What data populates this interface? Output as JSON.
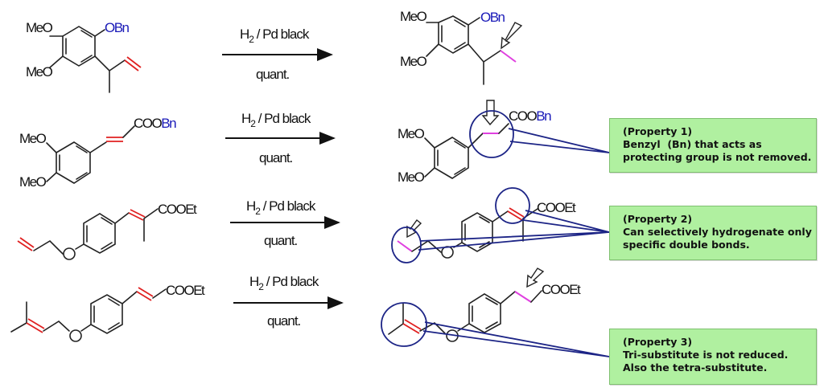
{
  "reagent": {
    "top": "H",
    "sub": "2",
    "rest": " / Pd black",
    "bottom": "quant."
  },
  "reactions": [
    {
      "substrate_labels": [
        "MeO",
        "MeO",
        "OBn"
      ],
      "product_labels": [
        "MeO",
        "MeO",
        "OBn"
      ]
    },
    {
      "substrate_labels": [
        "MeO",
        "MeO",
        "COO",
        "Bn"
      ],
      "product_labels": [
        "MeO",
        "MeO",
        "COO",
        "Bn"
      ]
    },
    {
      "substrate_labels": [
        "O",
        "COOEt"
      ],
      "product_labels": [
        "O",
        "COOEt"
      ]
    },
    {
      "substrate_labels": [
        "O",
        "COOEt"
      ],
      "product_labels": [
        "O",
        "COOEt"
      ]
    }
  ],
  "properties": [
    {
      "title": "(Property 1)",
      "lines": [
        "Benzyl  (Bn) that acts as",
        "protecting group is not removed."
      ]
    },
    {
      "title": "(Property 2)",
      "lines": [
        "Can selectively hydrogenate only",
        "specific double bonds."
      ]
    },
    {
      "title": "(Property 3)",
      "lines": [
        "Tri-substitute is not reduced.",
        "Also the tetra-substitute."
      ]
    }
  ],
  "colors": {
    "reacting_double_bond": "#e02020",
    "reduced_bond": "#e040e0",
    "protecting_group": "#1a1ab8",
    "callout": "#1c2486",
    "property_box": "#b0f0a0"
  }
}
